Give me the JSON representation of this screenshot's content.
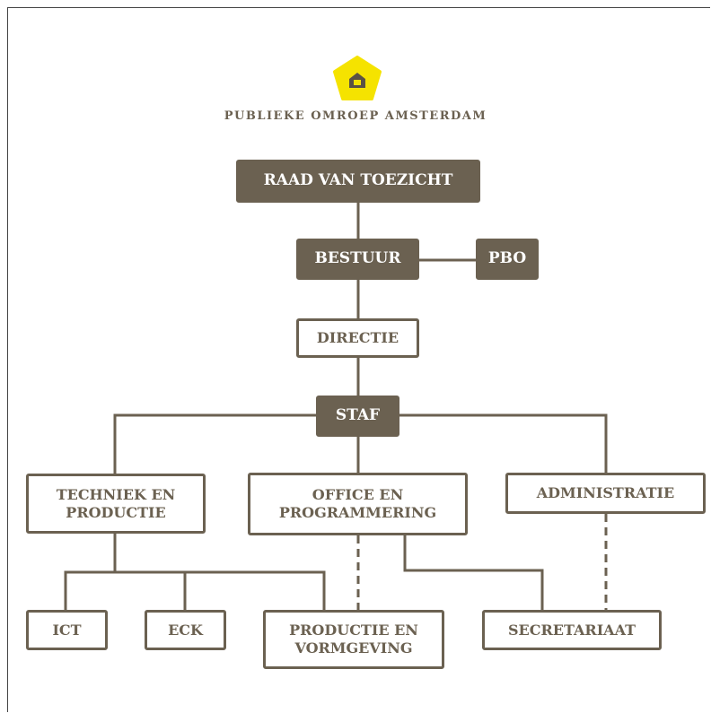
{
  "organization": {
    "name": "PUBLIEKE OMROEP AMSTERDAM"
  },
  "colors": {
    "accent": "#f5e300",
    "brand": "#6b6151",
    "background": "#ffffff"
  },
  "logo": {
    "icon": "house-pentagon-icon"
  },
  "nodes": {
    "raad_van_toezicht": "RAAD VAN TOEZICHT",
    "bestuur": "BESTUUR",
    "pbo": "PBO",
    "directie": "DIRECTIE",
    "staf": "STAF",
    "techniek_en_productie": [
      "TECHNIEK EN",
      "PRODUCTIE"
    ],
    "office_en_programmering": [
      "OFFICE EN",
      "PROGRAMMERING"
    ],
    "administratie": "ADMINISTRATIE",
    "ict": "ICT",
    "eck": "ECK",
    "productie_en_vormgeving": [
      "PRODUCTIE EN",
      "VORMGEVING"
    ],
    "secretariaat": "SECRETARIAAT"
  }
}
